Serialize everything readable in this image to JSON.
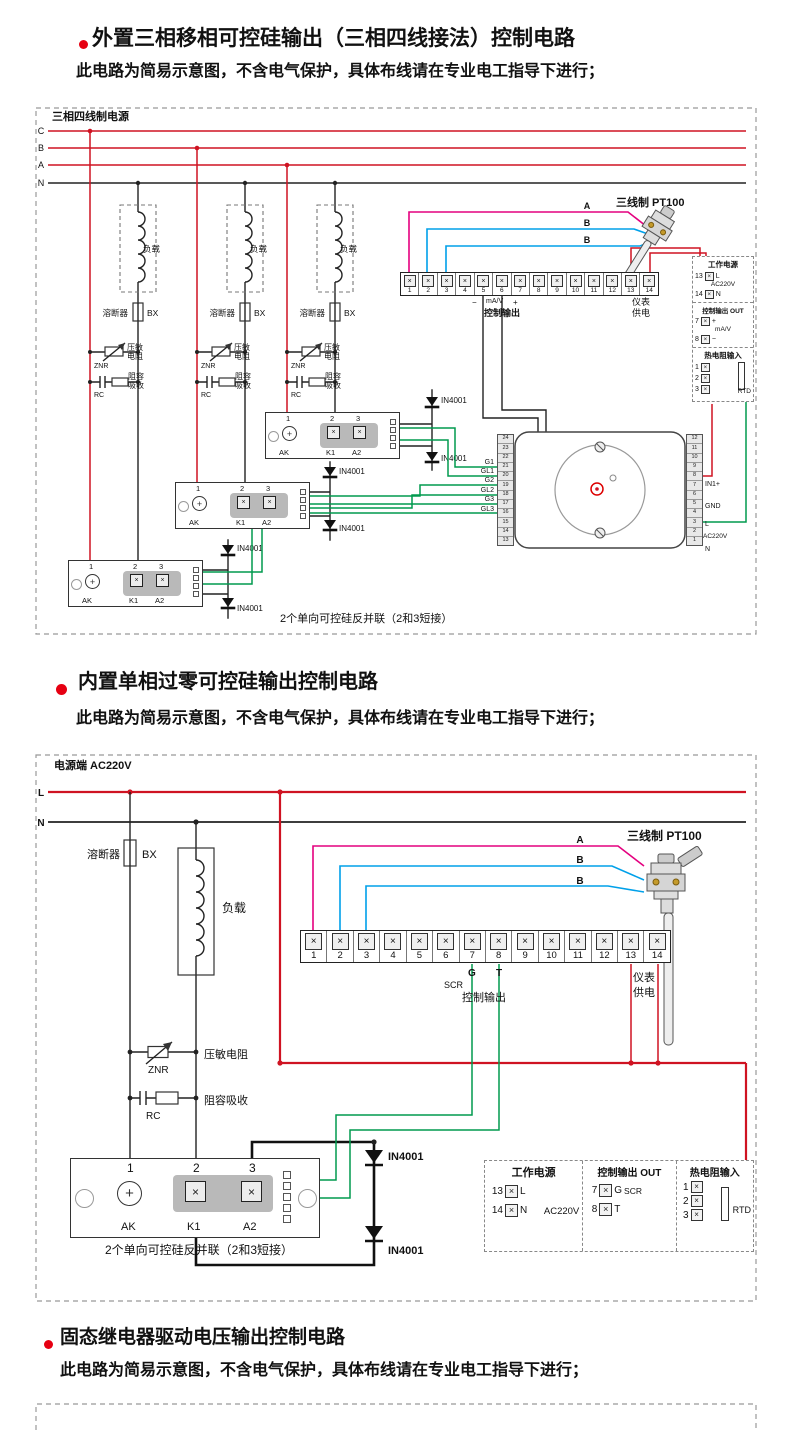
{
  "s1": {
    "title": "外置三相移相可控硅输出（三相四线接法）控制电路",
    "subtitle": "此电路为简易示意图，不含电气保护，具体布线请在专业电工指导下进行；",
    "power_label": "三相四线制电源",
    "phases": [
      "C",
      "B",
      "A",
      "N"
    ],
    "load": "负载",
    "fuse": "溶断器",
    "fuse_code": "BX",
    "znr1": "压敏",
    "znr2": "电阻",
    "znr_code": "ZNR",
    "rc1": "阻容",
    "rc2": "吸收",
    "rc_code": "RC",
    "diode": "IN4001",
    "scr": {
      "n1": "1",
      "n2": "2",
      "n3": "3",
      "ak": "AK",
      "k1": "K1",
      "a2": "A2"
    },
    "strip": [
      "1",
      "2",
      "3",
      "4",
      "5",
      "6",
      "7",
      "8",
      "9",
      "10",
      "11",
      "12",
      "13",
      "14"
    ],
    "minus": "−",
    "mav": "mA/V",
    "plus": "+",
    "ctrl_out": "控制输出",
    "meter1": "仪表",
    "meter2": "供电",
    "wire_a": "A",
    "wire_b": "B",
    "pt100": "三线制 PT100",
    "gates": [
      "G1",
      "GL1",
      "G2",
      "GL2",
      "G3",
      "GL3"
    ],
    "dev_left": [
      "24",
      "23",
      "22",
      "21",
      "20",
      "19",
      "18",
      "17",
      "16",
      "15",
      "14",
      "13"
    ],
    "dev_right": [
      "12",
      "11",
      "10",
      "9",
      "8",
      "7",
      "6",
      "5",
      "4",
      "3",
      "2",
      "1"
    ],
    "dev_in1": "IN1+",
    "dev_gnd": "GND",
    "dev_l": "L",
    "dev_n": "N",
    "dev_ac": "AC220V",
    "panel": {
      "power": "工作电源",
      "ac": "AC220V",
      "c13": "13",
      "c14": "14",
      "l": "L",
      "n": "N",
      "out": "控制输出 OUT",
      "c7": "7",
      "c8": "8",
      "plus": "+",
      "minus": "−",
      "mav": "mA/V",
      "rtd_title": "热电阻输入",
      "c1": "1",
      "c2": "2",
      "c3": "3",
      "rtd": "RTD"
    },
    "note": "2个单向可控硅反并联（2和3短接）"
  },
  "s2": {
    "title": "内置单相过零可控硅输出控制电路",
    "subtitle": "此电路为简易示意图，不含电气保护，具体布线请在专业电工指导下进行；",
    "power_label": "电源端  AC220V",
    "line_l": "L",
    "line_n": "N",
    "fuse": "溶断器",
    "fuse_code": "BX",
    "load": "负载",
    "znr": "压敏电阻",
    "znr_code": "ZNR",
    "rc": "阻容吸收",
    "rc_code": "RC",
    "diode": "IN4001",
    "scr": {
      "n1": "1",
      "n2": "2",
      "n3": "3",
      "ak": "AK",
      "k1": "K1",
      "a2": "A2"
    },
    "strip": [
      "1",
      "2",
      "3",
      "4",
      "5",
      "6",
      "7",
      "8",
      "9",
      "10",
      "11",
      "12",
      "13",
      "14"
    ],
    "g": "G",
    "t": "T",
    "scr_lbl": "SCR",
    "ctrl_out": "控制输出",
    "meter1": "仪表",
    "meter2": "供电",
    "wire_a": "A",
    "wire_b": "B",
    "pt100": "三线制 PT100",
    "panel": {
      "power": "工作电源",
      "ac": "AC220V",
      "c13": "13",
      "c14": "14",
      "l": "L",
      "n": "N",
      "out": "控制输出 OUT",
      "c7": "7",
      "c8": "8",
      "g": "G",
      "scr": "SCR",
      "t": "T",
      "rtd_title": "热电阻输入",
      "c1": "1",
      "c2": "2",
      "c3": "3",
      "rtd": "RTD"
    },
    "note": "2个单向可控硅反并联（2和3短接）"
  },
  "s3": {
    "title": "固态继电器驱动电压输出控制电路",
    "subtitle": "此电路为简易示意图，不含电气保护，具体布线请在专业电工指导下进行；"
  }
}
